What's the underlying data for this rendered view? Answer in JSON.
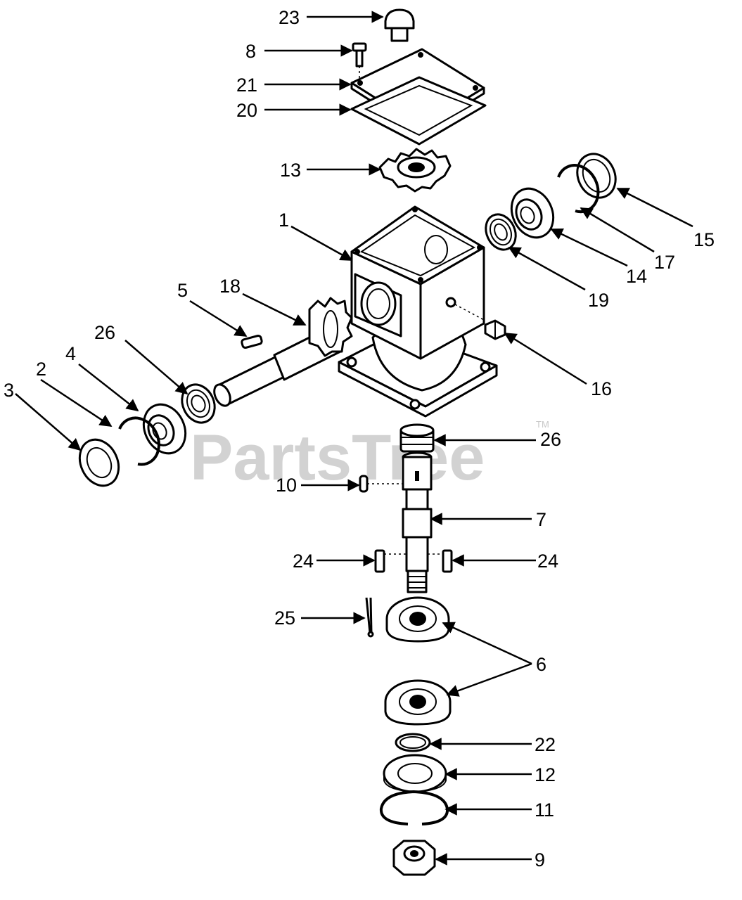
{
  "watermark": {
    "text": "PartsTree",
    "trademark": "TM"
  },
  "callouts": [
    {
      "id": "23",
      "label": "23"
    },
    {
      "id": "8",
      "label": "8"
    },
    {
      "id": "21",
      "label": "21"
    },
    {
      "id": "20",
      "label": "20"
    },
    {
      "id": "13",
      "label": "13"
    },
    {
      "id": "15",
      "label": "15"
    },
    {
      "id": "17",
      "label": "17"
    },
    {
      "id": "14",
      "label": "14"
    },
    {
      "id": "19",
      "label": "19"
    },
    {
      "id": "1",
      "label": "1"
    },
    {
      "id": "5",
      "label": "5"
    },
    {
      "id": "18",
      "label": "18"
    },
    {
      "id": "26a",
      "label": "26"
    },
    {
      "id": "2",
      "label": "2"
    },
    {
      "id": "4",
      "label": "4"
    },
    {
      "id": "3",
      "label": "3"
    },
    {
      "id": "16",
      "label": "16"
    },
    {
      "id": "26b",
      "label": "26"
    },
    {
      "id": "10",
      "label": "10"
    },
    {
      "id": "7",
      "label": "7"
    },
    {
      "id": "24a",
      "label": "24"
    },
    {
      "id": "24b",
      "label": "24"
    },
    {
      "id": "25",
      "label": "25"
    },
    {
      "id": "6",
      "label": "6"
    },
    {
      "id": "22",
      "label": "22"
    },
    {
      "id": "12",
      "label": "12"
    },
    {
      "id": "11",
      "label": "11"
    },
    {
      "id": "9",
      "label": "9"
    }
  ]
}
